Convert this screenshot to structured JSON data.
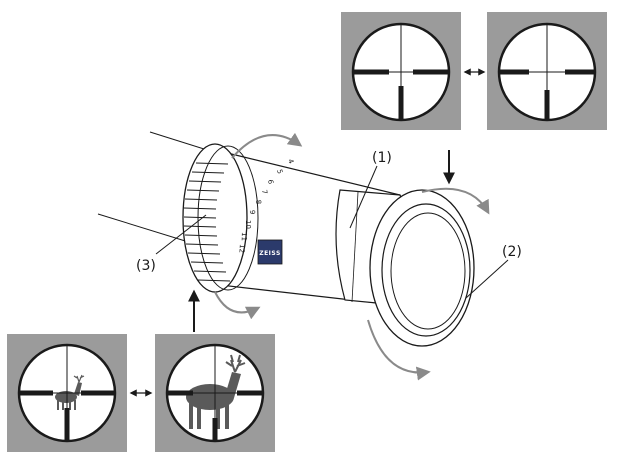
{
  "callouts": {
    "c1": "(1)",
    "c2": "(2)",
    "c3": "(3)"
  },
  "brand_label": "ZEISS",
  "zoom_scale_marks": [
    "4",
    "5",
    "6",
    "7",
    "8",
    "9",
    "10",
    "11",
    "12"
  ],
  "reticle_panels": {
    "top_left": {
      "variant": "thick-posts-small",
      "background": "#9b9b9b"
    },
    "top_right": {
      "variant": "thick-posts-large",
      "background": "#9b9b9b"
    },
    "bottom_left": {
      "variant": "deer-small",
      "background": "#9b9b9b"
    },
    "bottom_right": {
      "variant": "deer-large",
      "background": "#9b9b9b"
    }
  },
  "icons": [
    "double-arrow-icon",
    "down-arrow-icon",
    "up-arrow-icon",
    "rotation-arrow-icon"
  ],
  "colors": {
    "panel": "#9b9b9b",
    "line": "#1a1a1a",
    "rotation_arrow": "#8a8a8a",
    "badge": "#2b3a6b"
  }
}
